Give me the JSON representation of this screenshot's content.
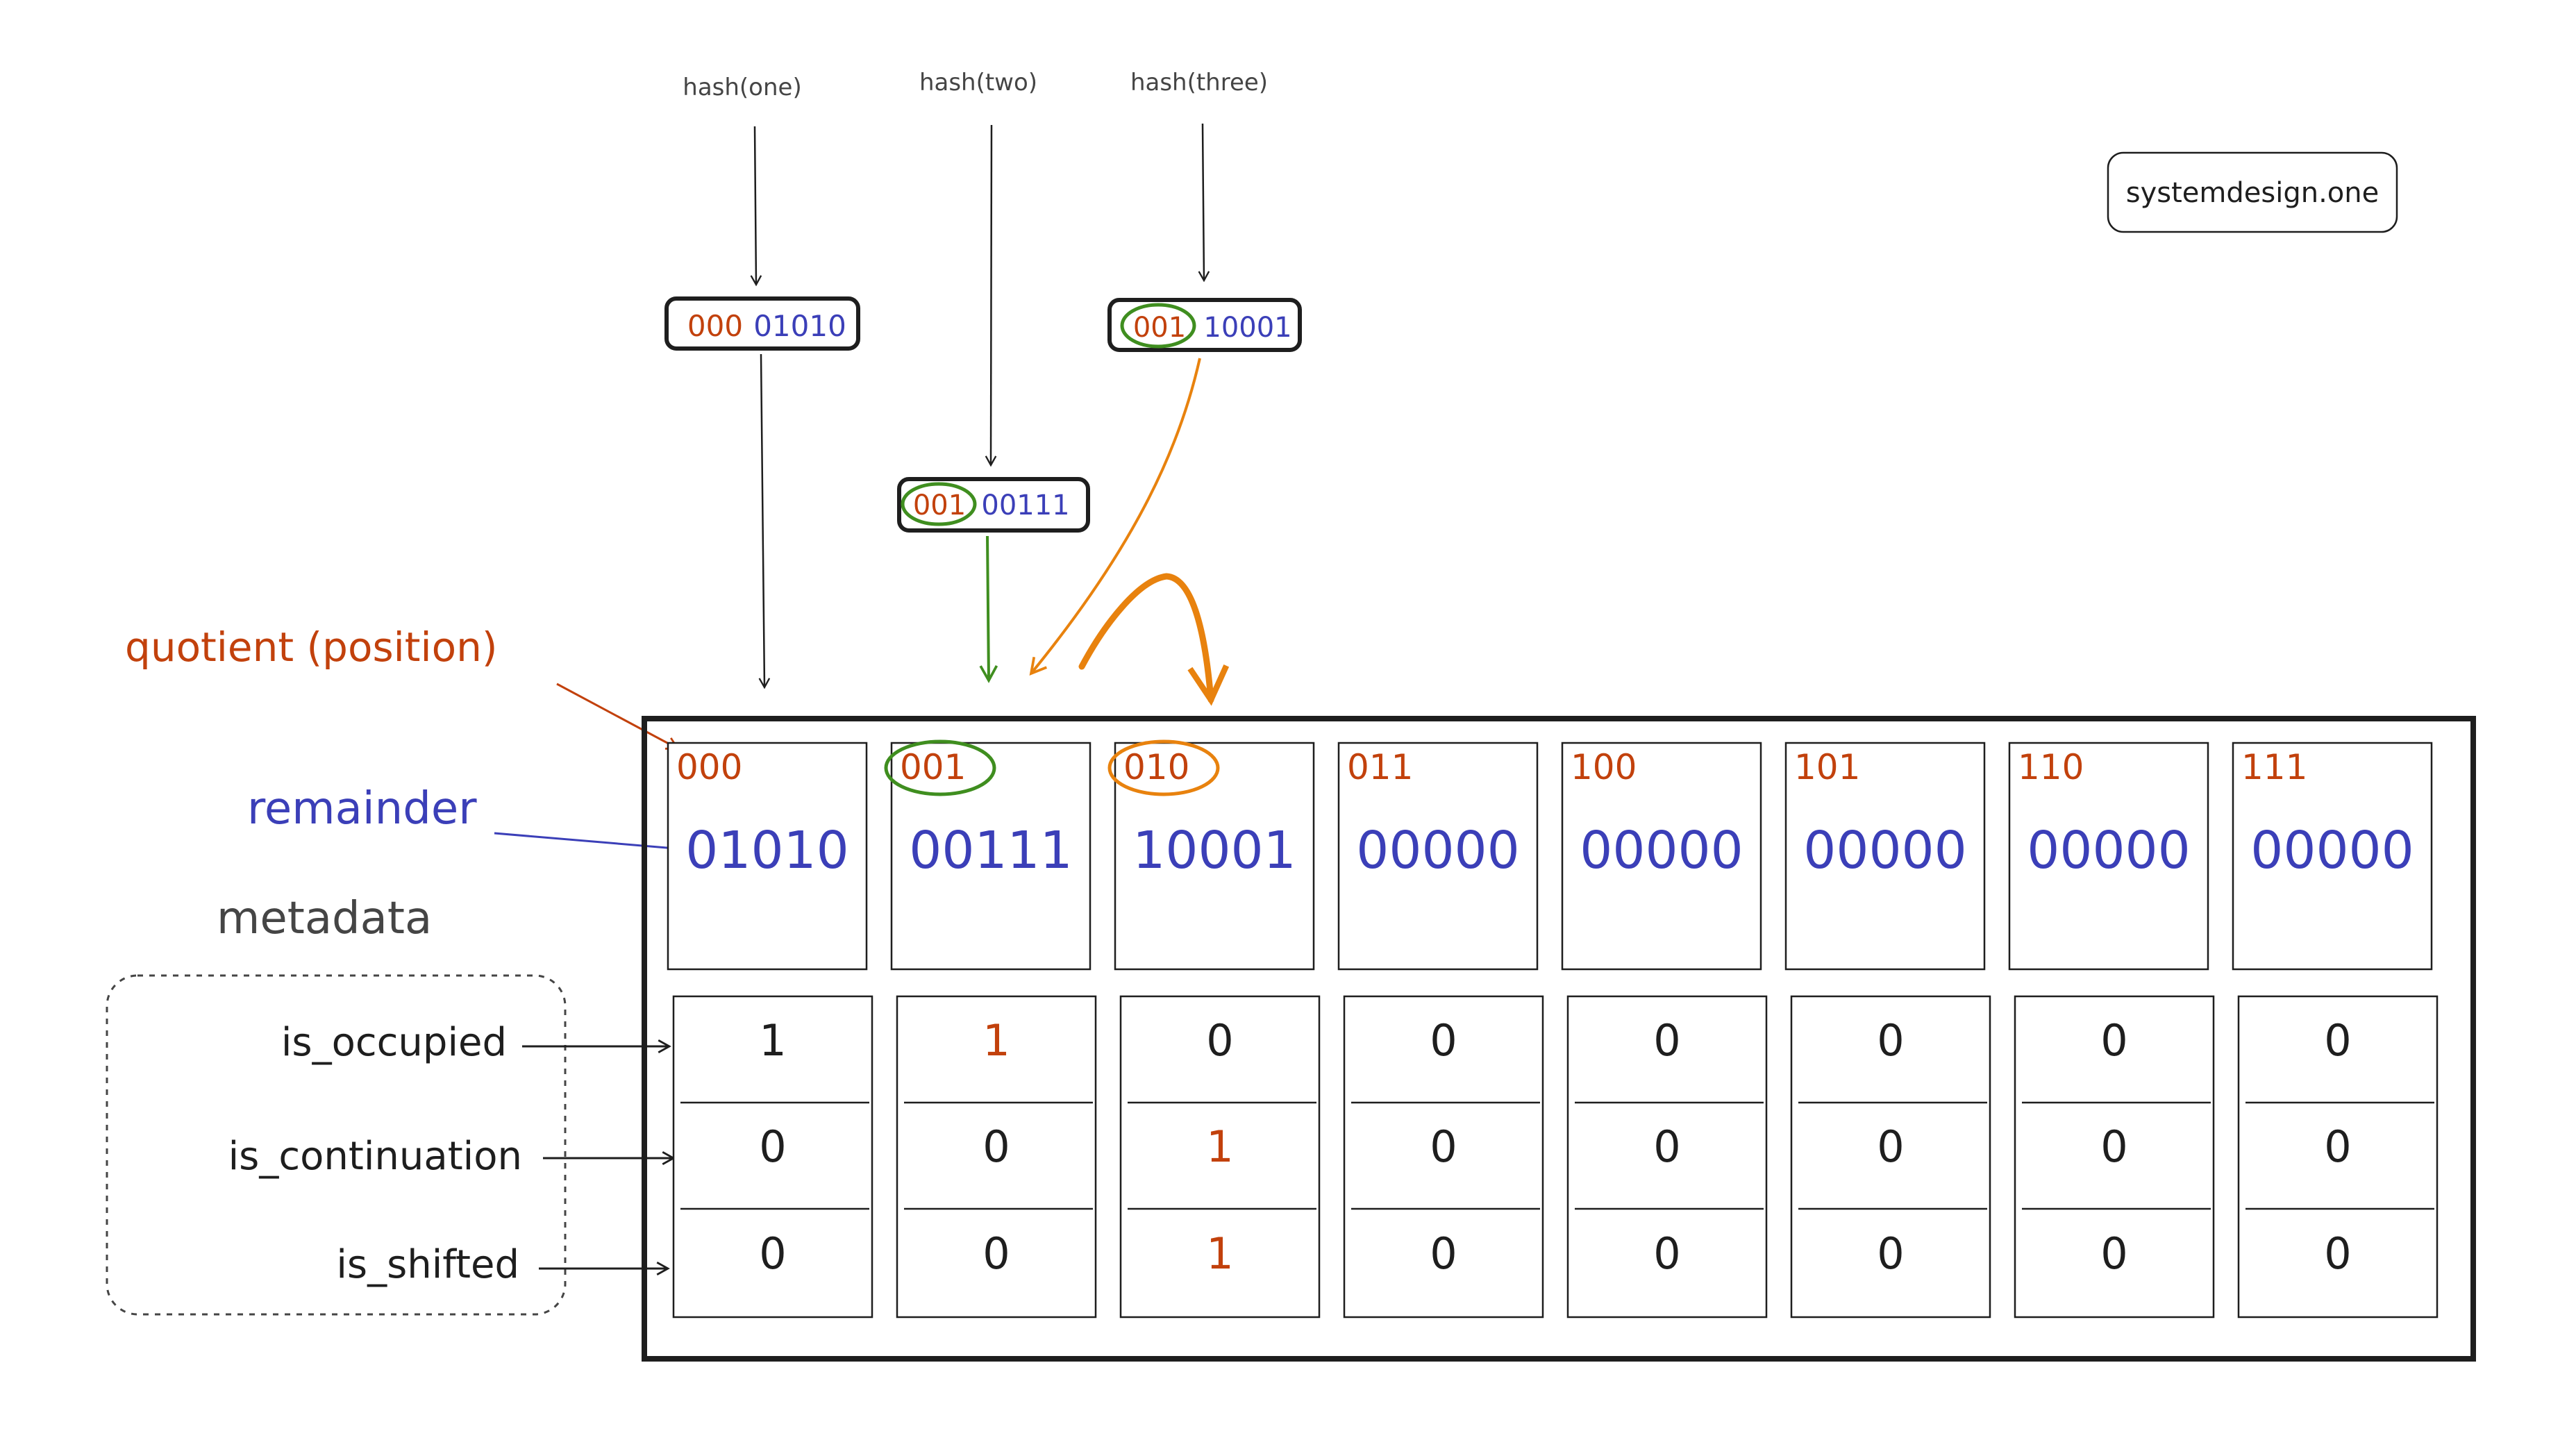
{
  "colors": {
    "quotient": "#c2410c",
    "remainder": "#3b3fb8",
    "match": "#3f8e1f",
    "shift_arrow": "#e8820e",
    "ink": "#1e1e1e",
    "muted": "#454545"
  },
  "watermark": "systemdesign.one",
  "hashes": [
    {
      "label": "hash(one)",
      "quotient": "000",
      "remainder": "01010",
      "quotient_circled": false
    },
    {
      "label": "hash(two)",
      "quotient": "001",
      "remainder": "00111",
      "quotient_circled": true
    },
    {
      "label": "hash(three)",
      "quotient": "001",
      "remainder": "10001",
      "quotient_circled": true
    }
  ],
  "labels": {
    "quotient": "quotient (position)",
    "remainder": "remainder",
    "metadata": "metadata",
    "is_occupied": "is_occupied",
    "is_continuation": "is_continuation",
    "is_shifted": "is_shifted"
  },
  "slots": [
    {
      "quotient": "000",
      "remainder": "01010",
      "is_occupied": "1",
      "is_continuation": "0",
      "is_shifted": "0"
    },
    {
      "quotient": "001",
      "remainder": "00111",
      "is_occupied": "1",
      "is_continuation": "0",
      "is_shifted": "0"
    },
    {
      "quotient": "010",
      "remainder": "10001",
      "is_occupied": "0",
      "is_continuation": "1",
      "is_shifted": "1"
    },
    {
      "quotient": "011",
      "remainder": "00000",
      "is_occupied": "0",
      "is_continuation": "0",
      "is_shifted": "0"
    },
    {
      "quotient": "100",
      "remainder": "00000",
      "is_occupied": "0",
      "is_continuation": "0",
      "is_shifted": "0"
    },
    {
      "quotient": "101",
      "remainder": "00000",
      "is_occupied": "0",
      "is_continuation": "0",
      "is_shifted": "0"
    },
    {
      "quotient": "110",
      "remainder": "00000",
      "is_occupied": "0",
      "is_continuation": "0",
      "is_shifted": "0"
    },
    {
      "quotient": "111",
      "remainder": "00000",
      "is_occupied": "0",
      "is_continuation": "0",
      "is_shifted": "0"
    }
  ],
  "highlights": {
    "circled_slots": [
      1,
      2
    ],
    "changed_bits": [
      {
        "slot": 1,
        "bit": "is_occupied"
      },
      {
        "slot": 2,
        "bit": "is_continuation"
      },
      {
        "slot": 2,
        "bit": "is_shifted"
      }
    ]
  }
}
